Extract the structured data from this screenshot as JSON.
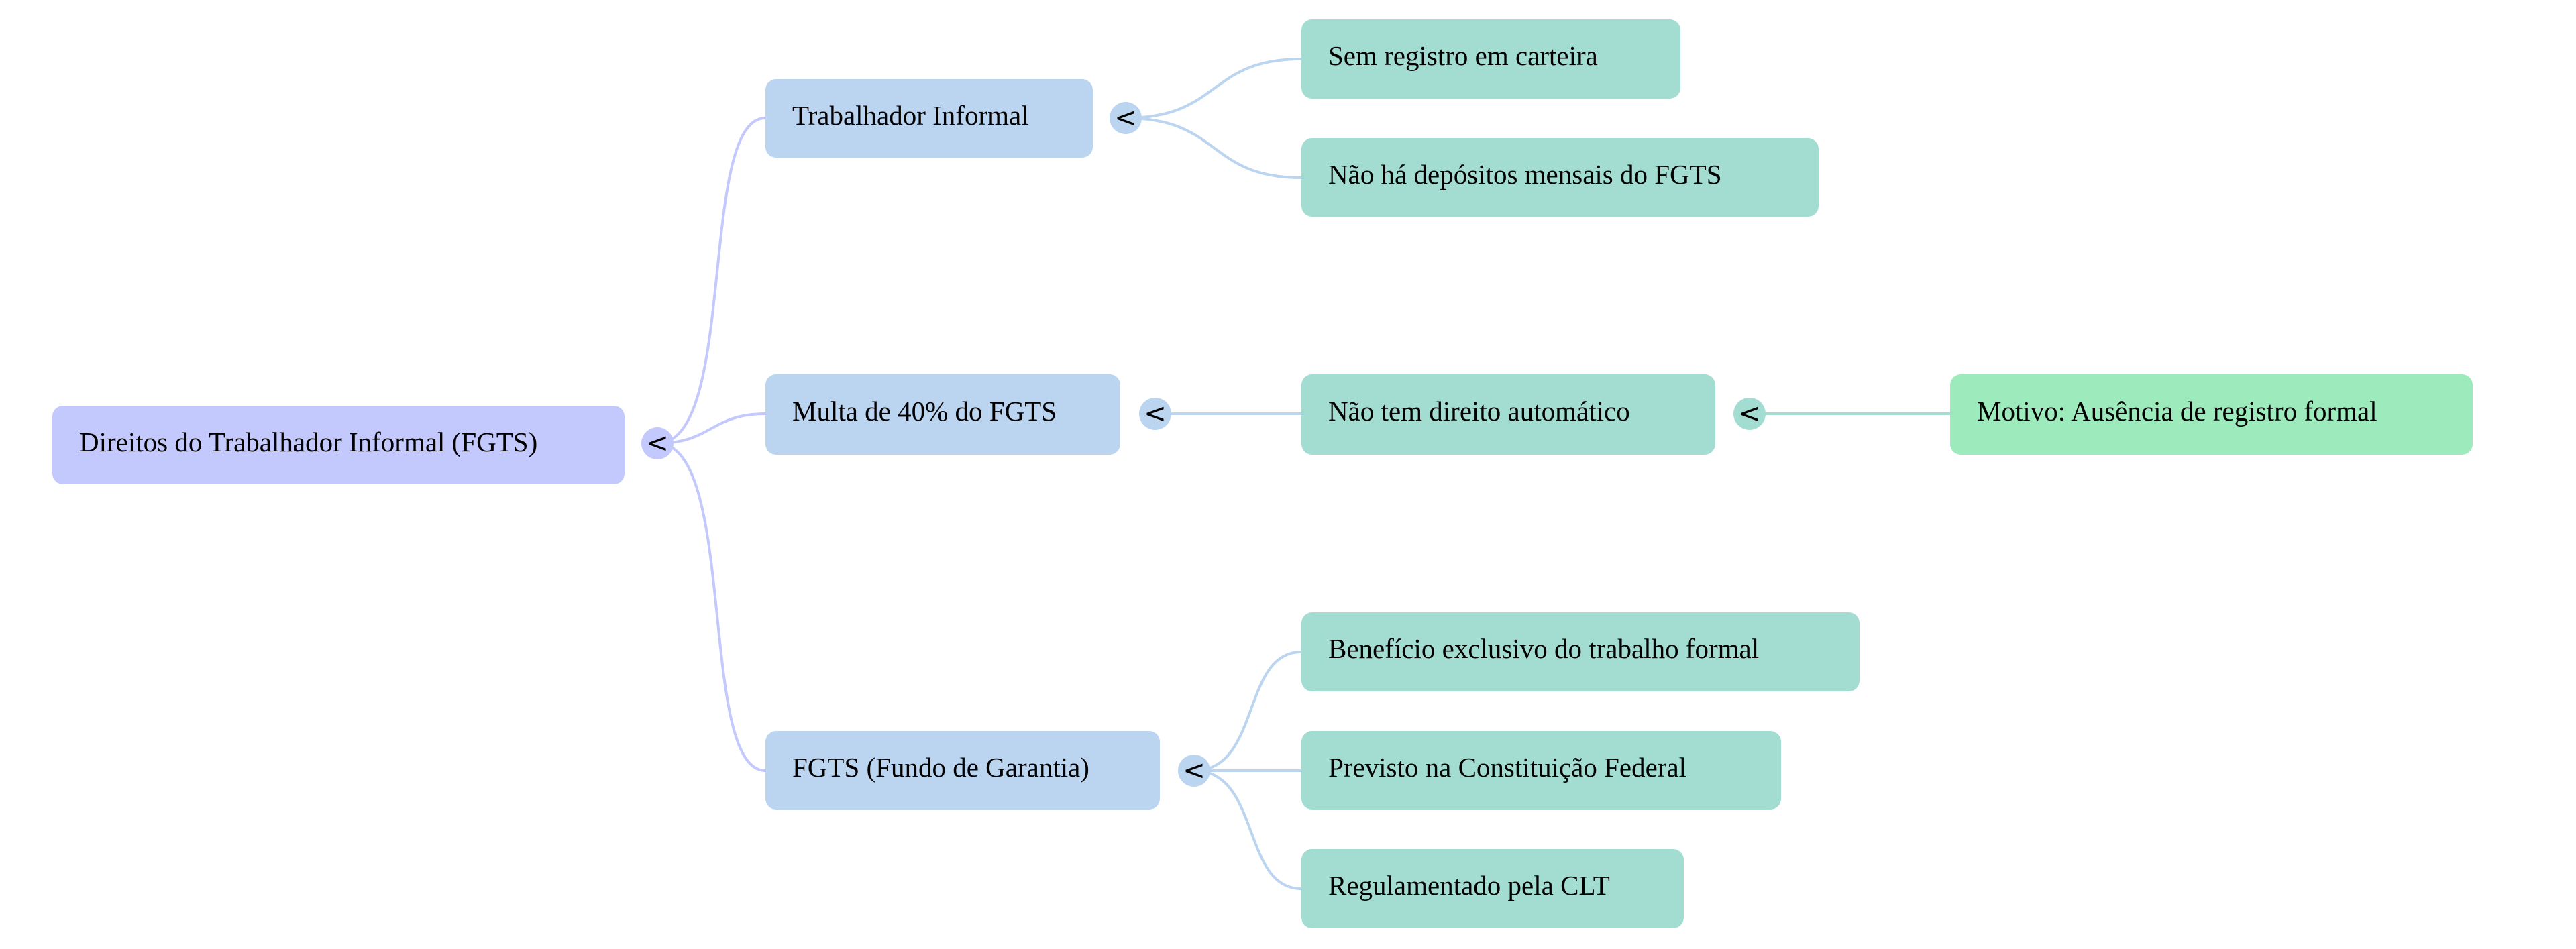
{
  "root": {
    "label": "Direitos do Trabalhador Informal (FGTS)"
  },
  "branches": [
    {
      "label": "Trabalhador Informal",
      "children": [
        "Sem registro em carteira",
        "Não há depósitos mensais do FGTS"
      ]
    },
    {
      "label": "Multa de 40% do FGTS",
      "children": [
        "Não tem direito automático"
      ],
      "grandchild": "Motivo: Ausência de registro formal"
    },
    {
      "label": "FGTS (Fundo de Garantia)",
      "children": [
        "Benefício exclusivo do trabalho formal",
        "Previsto na Constituição Federal",
        "Regulamentado pela CLT"
      ]
    }
  ],
  "toggle_symbol": "<",
  "colors": {
    "root": "#c3c8fd",
    "level1": "#bbd4ef",
    "level2": "#a3ddd2",
    "level3": "#9debbc"
  }
}
